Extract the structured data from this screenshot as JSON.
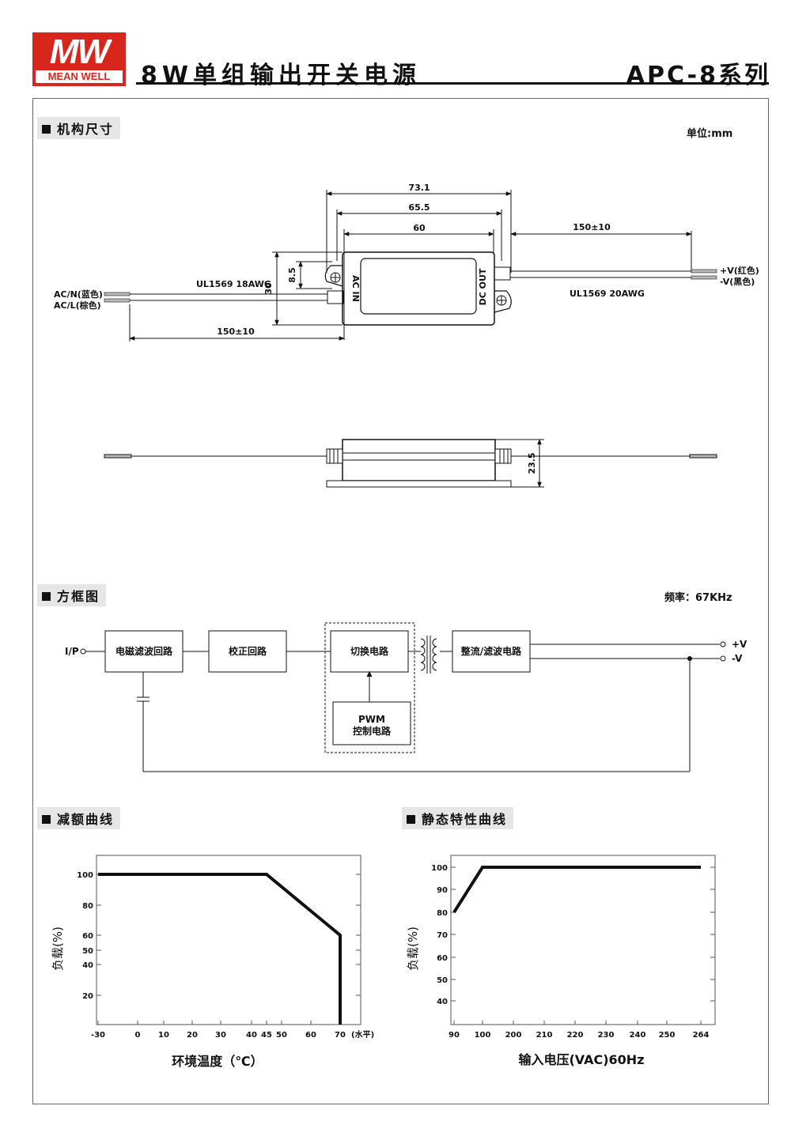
{
  "header": {
    "logo_mark": "MW",
    "logo_name": "MEAN WELL",
    "title": "8W单组输出开关电源",
    "series": "APC-8系列"
  },
  "sections": {
    "mechanical": "机构尺寸",
    "block_diagram": "方框图",
    "derating": "减额曲线",
    "static": "静态特性曲线"
  },
  "mechanical": {
    "unit": "单位:mm",
    "dim_total": "73.1",
    "dim_mid": "65.5",
    "dim_body": "60",
    "dim_wire_out": "150±10",
    "dim_wire_in": "150±10",
    "dim_height": "30",
    "dim_hole": "8.5",
    "dim_thickness": "23.5",
    "wire_in": "UL1569 18AWG",
    "wire_out": "UL1569 20AWG",
    "acn": "AC/N(蓝色)",
    "acl": "AC/L(棕色)",
    "vplus": "+V(红色)",
    "vminus": "-V(黑色)",
    "label_in": "AC IN",
    "label_out": "DC OUT"
  },
  "block": {
    "freq": "频率：67KHz",
    "ip": "I/P",
    "emi": "电磁滤波回路",
    "pfc": "校正回路",
    "switch": "切换电路",
    "rect": "整流/滤波电路",
    "pwm1": "PWM",
    "pwm2": "控制电路",
    "vplus": "+V",
    "vminus": "-V"
  },
  "chart_data": [
    {
      "type": "line",
      "title": "",
      "xlabel": "环境温度（℃）",
      "ylabel": "负载(%)",
      "x_unit_note": "(水平)",
      "x_ticks": [
        -30,
        0,
        10,
        20,
        30,
        40,
        45,
        50,
        60,
        70
      ],
      "y_ticks": [
        20,
        40,
        50,
        60,
        80,
        100
      ],
      "series": [
        {
          "x": [
            -30,
            45,
            70,
            70
          ],
          "y": [
            100,
            100,
            60,
            0
          ]
        }
      ]
    },
    {
      "type": "line",
      "title": "",
      "xlabel": "输入电压(VAC)60Hz",
      "ylabel": "负载(%)",
      "x_ticks": [
        90,
        100,
        200,
        210,
        220,
        230,
        240,
        250,
        264
      ],
      "y_ticks": [
        40,
        50,
        60,
        70,
        80,
        90,
        100
      ],
      "series": [
        {
          "x": [
            90,
            100,
            264
          ],
          "y": [
            80,
            100,
            100
          ]
        }
      ]
    }
  ]
}
